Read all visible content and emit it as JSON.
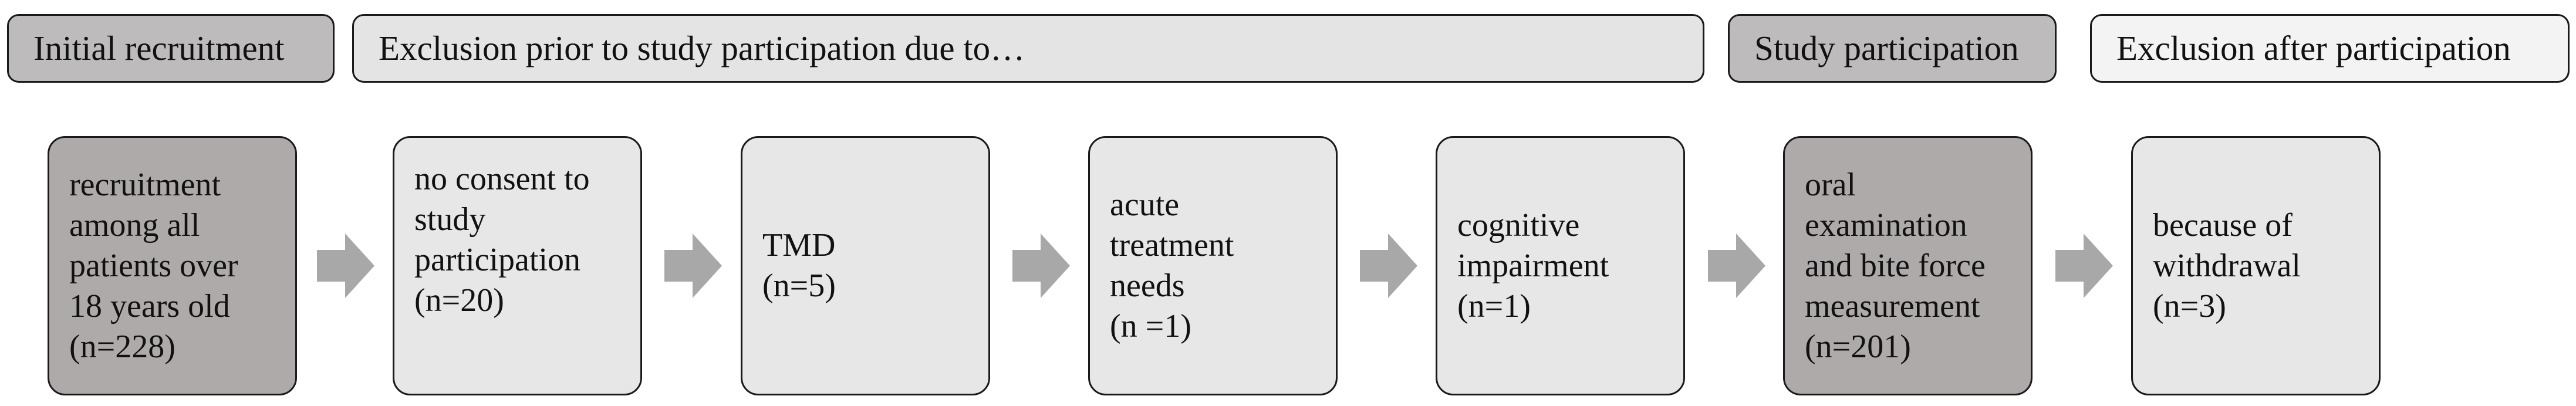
{
  "headers": {
    "initial": "Initial recruitment",
    "exclusion_prior": "Exclusion prior to study participation due to…",
    "participation": "Study participation",
    "exclusion_after": "Exclusion after participation"
  },
  "boxes": [
    {
      "lines": [
        "recruitment",
        "among all",
        "patients over",
        "18 years old"
      ],
      "count": "(n=228)"
    },
    {
      "lines": [
        "no consent to",
        "study",
        "participation"
      ],
      "count": "(n=20)"
    },
    {
      "lines": [
        "TMD"
      ],
      "count": "(n=5)"
    },
    {
      "lines": [
        "acute",
        "treatment",
        "needs"
      ],
      "count": "(n =1)"
    },
    {
      "lines": [
        "cognitive",
        "impairment"
      ],
      "count": "(n=1)"
    },
    {
      "lines": [
        "oral",
        "examination",
        "and bite force",
        "measurement"
      ],
      "count": "(n=201)"
    },
    {
      "lines": [
        "because of",
        "withdrawal"
      ],
      "count": "(n=3)"
    }
  ],
  "colors": {
    "dark_box": "#afaaaa",
    "light_box": "#e7e7e7",
    "arrow": "#a8a8a8"
  }
}
